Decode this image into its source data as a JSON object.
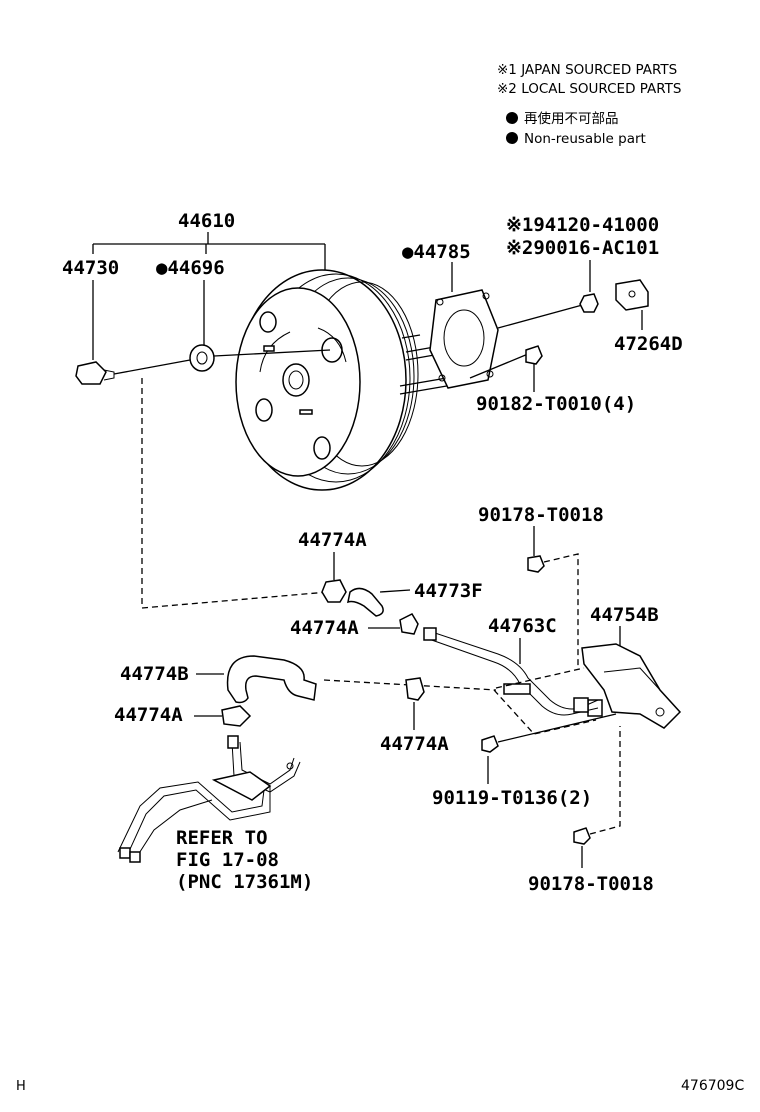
{
  "legend": {
    "source1": "※1 JAPAN SOURCED PARTS",
    "source2": "※2 LOCAL SOURCED PARTS",
    "nonreusable_jp": "再使用不可部品",
    "nonreusable_en": "Non-reusable part"
  },
  "parts": {
    "p44610": "44610",
    "p44730": "44730",
    "p44696": "●44696",
    "p44785": "●44785",
    "p94120": "※194120-41000",
    "p90016": "※290016-AC101",
    "p47264D": "47264D",
    "p90182": "90182-T0010(4)",
    "p90178a": "90178-T0018",
    "p44774A_1": "44774A",
    "p44773F": "44773F",
    "p44754B": "44754B",
    "p44774A_2": "44774A",
    "p44763C": "44763C",
    "p44774B": "44774B",
    "p44774A_3": "44774A",
    "p44774A_4": "44774A",
    "p90119": "90119-T0136(2)",
    "p90178b": "90178-T0018"
  },
  "refer": {
    "line1": "REFER TO",
    "line2": "FIG 17-08",
    "line3": "(PNC 17361M)"
  },
  "footer": {
    "left": "H",
    "right": "476709C"
  }
}
